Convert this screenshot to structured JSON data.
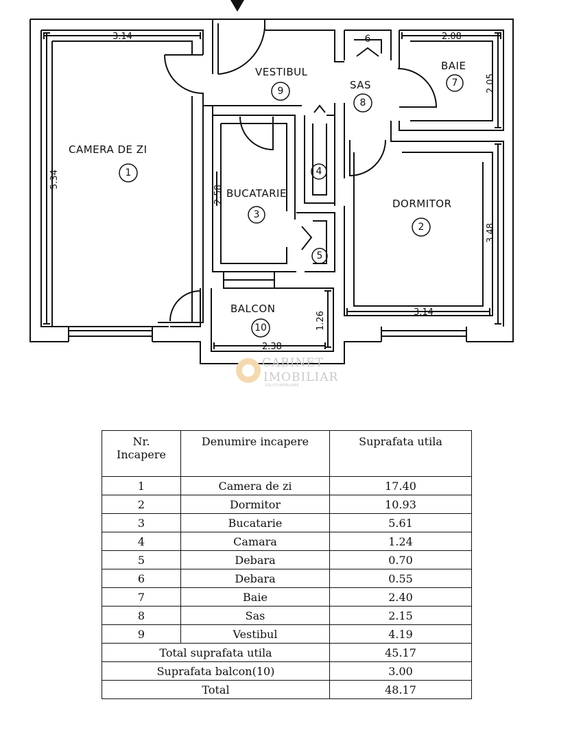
{
  "plan": {
    "rooms": {
      "camera_de_zi": "CAMERA DE ZI",
      "vestibul": "VESTIBUL",
      "sas": "SAS",
      "baie": "BAIE",
      "bucatarie": "BUCATARIE",
      "dormitor": "DORMITOR",
      "balcon": "BALCON"
    },
    "numbers": {
      "n1": "1",
      "n2": "2",
      "n3": "3",
      "n4": "4",
      "n5": "5",
      "n6": "6",
      "n7": "7",
      "n8": "8",
      "n9": "9",
      "n10": "10"
    },
    "dims": {
      "camera_width": "3.14",
      "camera_height": "5.34",
      "baie_width": "2.08",
      "baie_height": "2.05",
      "bucatarie_height": "2.58",
      "dormitor_height": "3.48",
      "dormitor_width": "3.14",
      "balcon_height": "1.26",
      "balcon_width": "2.38"
    }
  },
  "watermark": {
    "line1": "CABINET",
    "line2": "IMOBILIAR",
    "small": "SOLUTII IMOBILIARE"
  },
  "table": {
    "headers": {
      "nr_line1": "Nr.",
      "nr_line2": "Incapere",
      "name": "Denumire incapere",
      "area": "Suprafata utila"
    },
    "rows": [
      {
        "nr": "1",
        "name": "Camera de zi",
        "area": "17.40"
      },
      {
        "nr": "2",
        "name": "Dormitor",
        "area": "10.93"
      },
      {
        "nr": "3",
        "name": "Bucatarie",
        "area": "5.61"
      },
      {
        "nr": "4",
        "name": "Camara",
        "area": "1.24"
      },
      {
        "nr": "5",
        "name": "Debara",
        "area": "0.70"
      },
      {
        "nr": "6",
        "name": "Debara",
        "area": "0.55"
      },
      {
        "nr": "7",
        "name": "Baie",
        "area": "2.40"
      },
      {
        "nr": "8",
        "name": "Sas",
        "area": "2.15"
      },
      {
        "nr": "9",
        "name": "Vestibul",
        "area": "4.19"
      }
    ],
    "totals": [
      {
        "label": "Total suprafata utila",
        "value": "45.17"
      },
      {
        "label": "Suprafata balcon(10)",
        "value": "3.00"
      },
      {
        "label": "Total",
        "value": "48.17"
      }
    ]
  }
}
